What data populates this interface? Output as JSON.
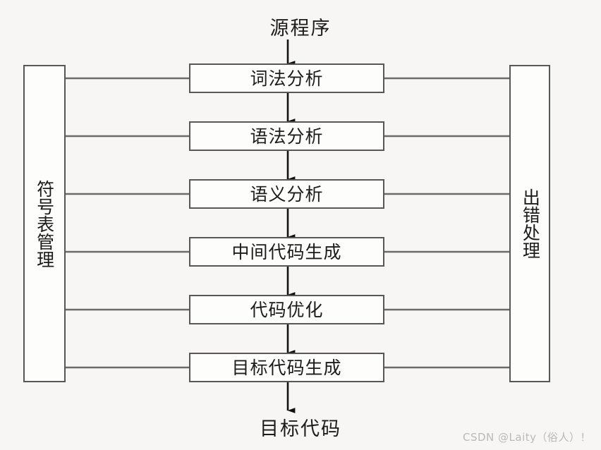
{
  "diagram": {
    "title_top": "源程序",
    "title_bottom": "目标代码",
    "watermark": "CSDN @Laity（俗人）！",
    "colors": {
      "background": "#f7f6f4",
      "box_fill": "#fdfdfc",
      "box_border": "#575757",
      "line": "#6b6b6b",
      "text": "#1c1c1c",
      "watermark": "#b9b9b9"
    },
    "phases": [
      {
        "id": "lexical-analysis",
        "label": "词法分析"
      },
      {
        "id": "syntax-analysis",
        "label": "语法分析"
      },
      {
        "id": "semantic-analysis",
        "label": "语义分析"
      },
      {
        "id": "intermediate-code-generation",
        "label": "中间代码生成"
      },
      {
        "id": "code-optimization",
        "label": "代码优化"
      },
      {
        "id": "target-code-generation",
        "label": "目标代码生成"
      }
    ],
    "left_panel": {
      "id": "symbol-table-management",
      "label": "符号表管理"
    },
    "right_panel": {
      "id": "error-handling",
      "label": "出错处理"
    },
    "arrows": {
      "input_arrow": "源程序 → 词法分析",
      "between_arrows": [
        "词法分析 → 语法分析",
        "语法分析 → 语义分析",
        "语义分析 → 中间代码生成",
        "中间代码生成 → 代码优化",
        "代码优化 → 目标代码生成"
      ],
      "output_arrow": "目标代码生成 → 目标代码"
    }
  }
}
